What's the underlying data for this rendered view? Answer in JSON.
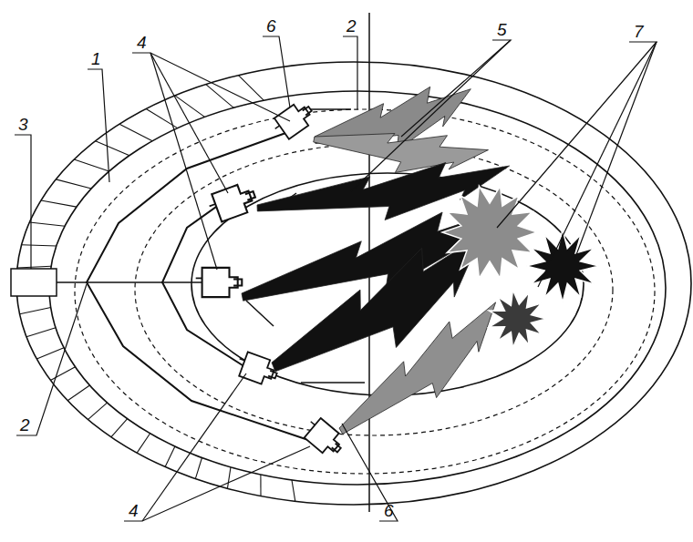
{
  "diagram": {
    "labels": [
      "4",
      "6",
      "2",
      "5",
      "1",
      "7",
      "3",
      "2",
      "4",
      "6"
    ]
  }
}
